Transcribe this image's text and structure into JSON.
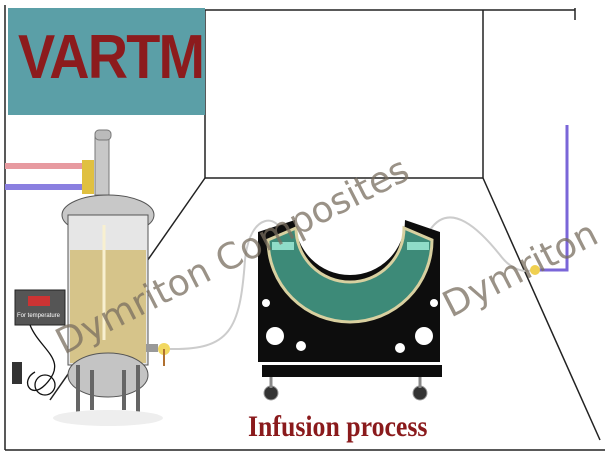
{
  "title": "VARTM",
  "caption": "Infusion process",
  "control_box_label": "For temperature",
  "watermarks": [
    "Dymriton Composites",
    "Dymriton"
  ],
  "colors": {
    "banner": "#5b9fa7",
    "title_text": "#8c1b1d",
    "resin": "#d6c48a",
    "mold": "#3d8a78"
  }
}
